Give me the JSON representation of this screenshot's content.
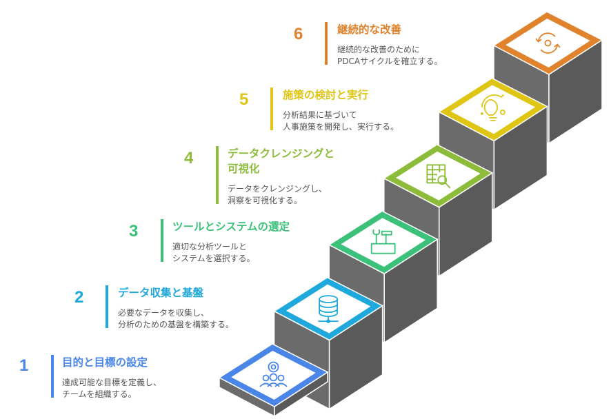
{
  "steps": [
    {
      "number": "1",
      "title": "目的と目標の設定",
      "description": "達成可能な目標を定義し、\nチームを組織する。",
      "color": "#4a86e8",
      "icon": "team-goal-icon"
    },
    {
      "number": "2",
      "title": "データ収集と基盤",
      "description": "必要なデータを収集し、\n分析のための基盤を構築する。",
      "color": "#1fa8dc",
      "icon": "database-icon"
    },
    {
      "number": "3",
      "title": "ツールとシステムの選定",
      "description": "適切な分析ツールと\nシステムを選択する。",
      "color": "#3cc17a",
      "icon": "toolbox-icon"
    },
    {
      "number": "4",
      "title": "データクレンジングと\n可視化",
      "description": "データをクレンジングし、\n洞察を可視化する。",
      "color": "#8cbc3a",
      "icon": "table-search-icon"
    },
    {
      "number": "5",
      "title": "施策の検討と実行",
      "description": "分析結果に基づいて\n人事施策を開発し、実行する。",
      "color": "#dfc514",
      "icon": "lightbulb-icon"
    },
    {
      "number": "6",
      "title": "継続的な改善",
      "description": "継続的な改善のために\nPDCAサイクルを確立する。",
      "color": "#e0832c",
      "icon": "cycle-icon"
    }
  ]
}
